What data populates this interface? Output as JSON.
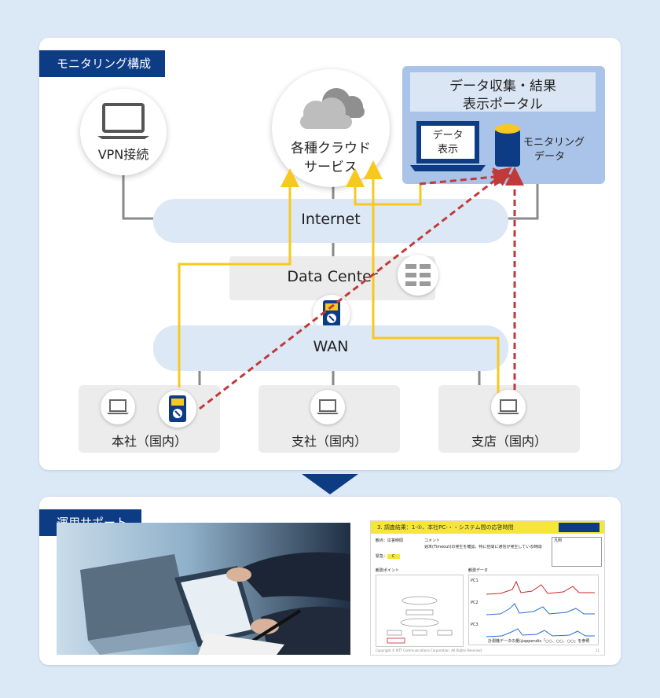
{
  "monitoring": {
    "tag": "モニタリング構成",
    "vpn": "VPN接続",
    "cloud_line1": "各種クラウド",
    "cloud_line2": "サービス",
    "portal_line1": "データ収集・結果",
    "portal_line2": "表示ポータル",
    "display_line1": "データ",
    "display_line2": "表示",
    "monitoring_data_line1": "モニタリング",
    "monitoring_data_line2": "データ",
    "internet": "Internet",
    "datacenter": "Data Center",
    "wan": "WAN",
    "hq": "本社（国内）",
    "branch_office": "支社（国内）",
    "branch_store": "支店（国内）"
  },
  "support": {
    "tag": "運用サポート"
  },
  "report": {
    "title": "3. 調査結果：1-①、本社PC-・・システム間の応答時間",
    "point_label": "観点：",
    "point_value": "応答時間",
    "comment_label": "コメント",
    "comment_text": "週末(Timeout)の発生を確認。特に昼間に通信が発生している時間に多発。",
    "severity_label": "緊急：",
    "severity_value": "C",
    "measure_point_label": "観測ポイント",
    "measure_data_label": "観測データ",
    "legend": "凡例",
    "footer": "Copyright © NTT Communications Corporation. All Rights Reserved.",
    "page": "11",
    "chart_rows": [
      "PC1",
      "PC2",
      "PC3"
    ],
    "chart_caption": "計測機データの量はappendix「○○、○○、○○」を参照"
  },
  "colors": {
    "accent": "#0d3c85",
    "yellow_path": "#f7c820",
    "red_path": "#c03a3a",
    "panel_bg": "#dbe8f6"
  }
}
